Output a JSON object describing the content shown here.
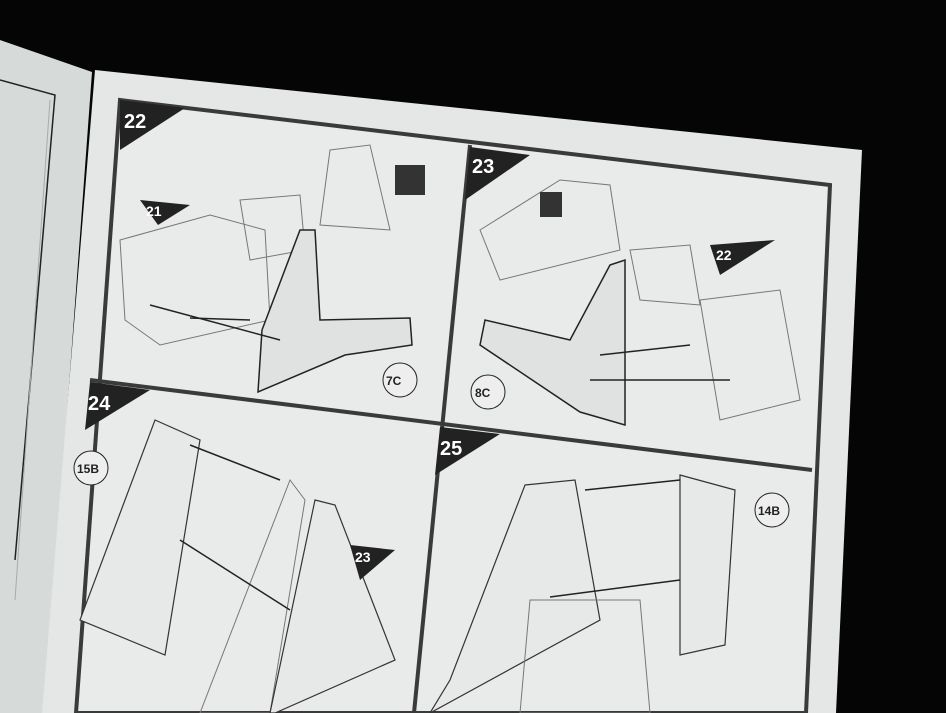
{
  "steps": [
    {
      "number": "22",
      "ref": "21",
      "part": "7C"
    },
    {
      "number": "23",
      "ref": "22",
      "part": "8C"
    },
    {
      "number": "24",
      "ref": "23",
      "part": "15B"
    },
    {
      "number": "25",
      "part": "14B"
    }
  ],
  "colors": {
    "background": "#050505",
    "paper": "#e4e7e6",
    "frame": "#3a3a3a"
  }
}
